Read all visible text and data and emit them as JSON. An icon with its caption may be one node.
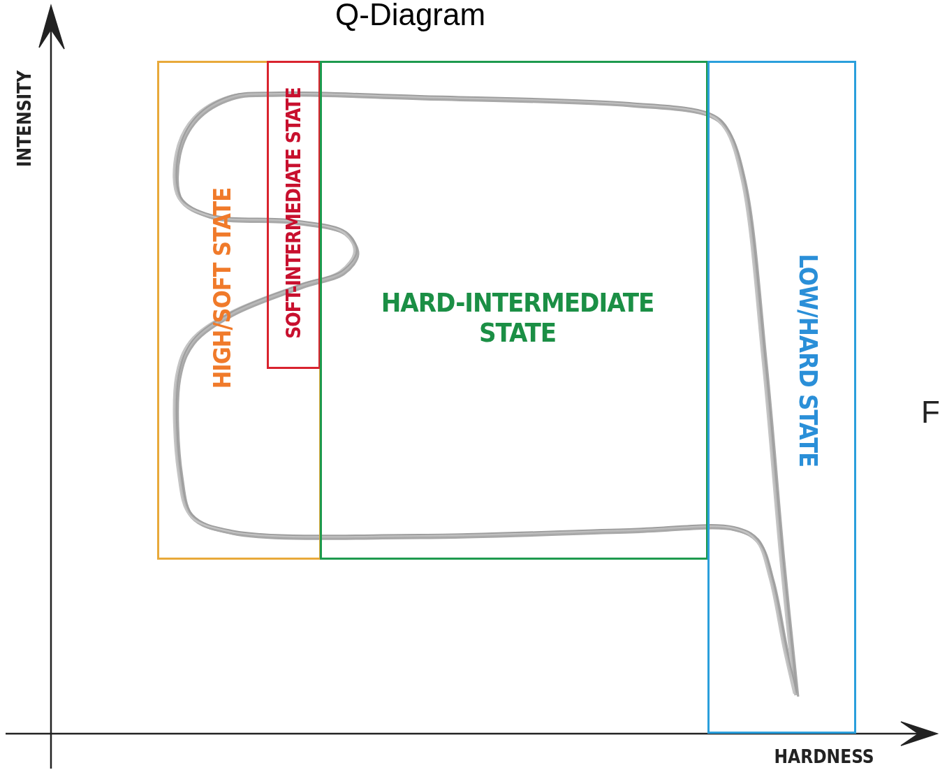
{
  "diagram": {
    "title": "Q-Diagram",
    "nodes": [
      {
        "text": [
          "HIGH/SOFT STATE"
        ]
      },
      {
        "text": [
          "SOFT-INTERMEDIATE STATE"
        ],
        "in": 0
      },
      {
        "text": [
          "HARD-INTERMEDIATE STATE"
        ]
      },
      {
        "text": [
          "LOW/HARD STATE"
        ]
      }
    ],
    "edges": [],
    "labels": [
      "INTENSITY",
      "HARDNESS",
      "F"
    ]
  }
}
